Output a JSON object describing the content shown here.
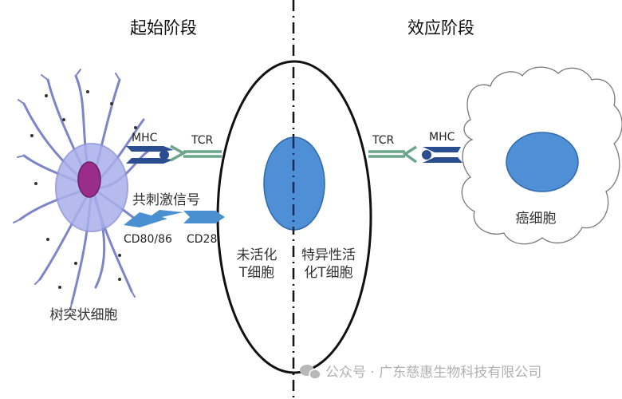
{
  "titles": {
    "left": "起始阶段",
    "right": "效应阶段"
  },
  "left": {
    "mhc": "MHC",
    "tcr": "TCR",
    "costim": "共刺激信号",
    "cd80": "CD80/86",
    "cd28": "CD28",
    "dendritic": "树突状细胞"
  },
  "tcell": {
    "inactive_line1": "未活化",
    "inactive_line2": "T细胞",
    "active_line1": "特异性活",
    "active_line2": "化T细胞"
  },
  "right": {
    "tcr": "TCR",
    "mhc": "MHC",
    "cancer": "癌细胞"
  },
  "watermark": "公众号 · 广东慈惠生物科技有限公司",
  "colors": {
    "mhc": "#2a4d8f",
    "tcr": "#6aa58a",
    "nucleus": "#4f8fd6",
    "costim": "#4a90d0",
    "dendritic": "#8f95d8",
    "dc_nucleus": "#9a2d8a"
  }
}
